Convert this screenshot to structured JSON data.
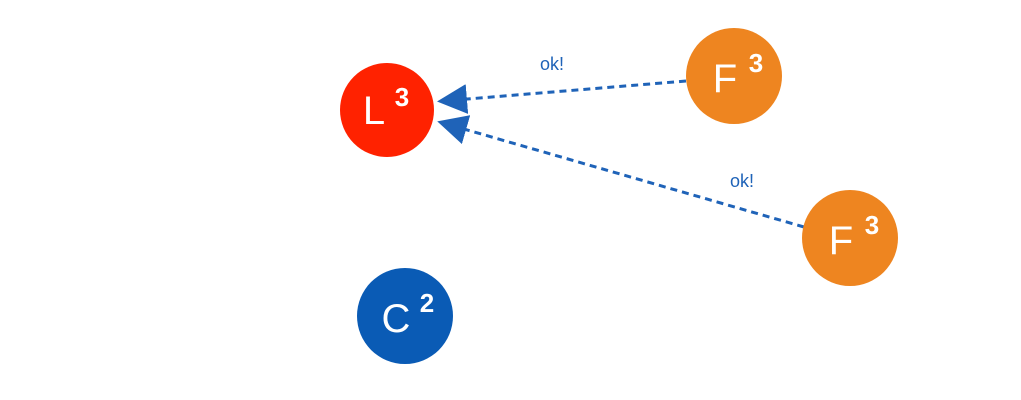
{
  "nodes": {
    "leader": {
      "letter": "L",
      "sup": "3",
      "color": "#ff2200"
    },
    "follower_top": {
      "letter": "F",
      "sup": "3",
      "color": "#ee8520"
    },
    "follower_bottom": {
      "letter": "F",
      "sup": "3",
      "color": "#ee8520"
    },
    "candidate": {
      "letter": "C",
      "sup": "2",
      "color": "#0a5bb5"
    }
  },
  "edges": {
    "top_label": "ok!",
    "bottom_label": "ok!",
    "color": "#1f63b8"
  }
}
